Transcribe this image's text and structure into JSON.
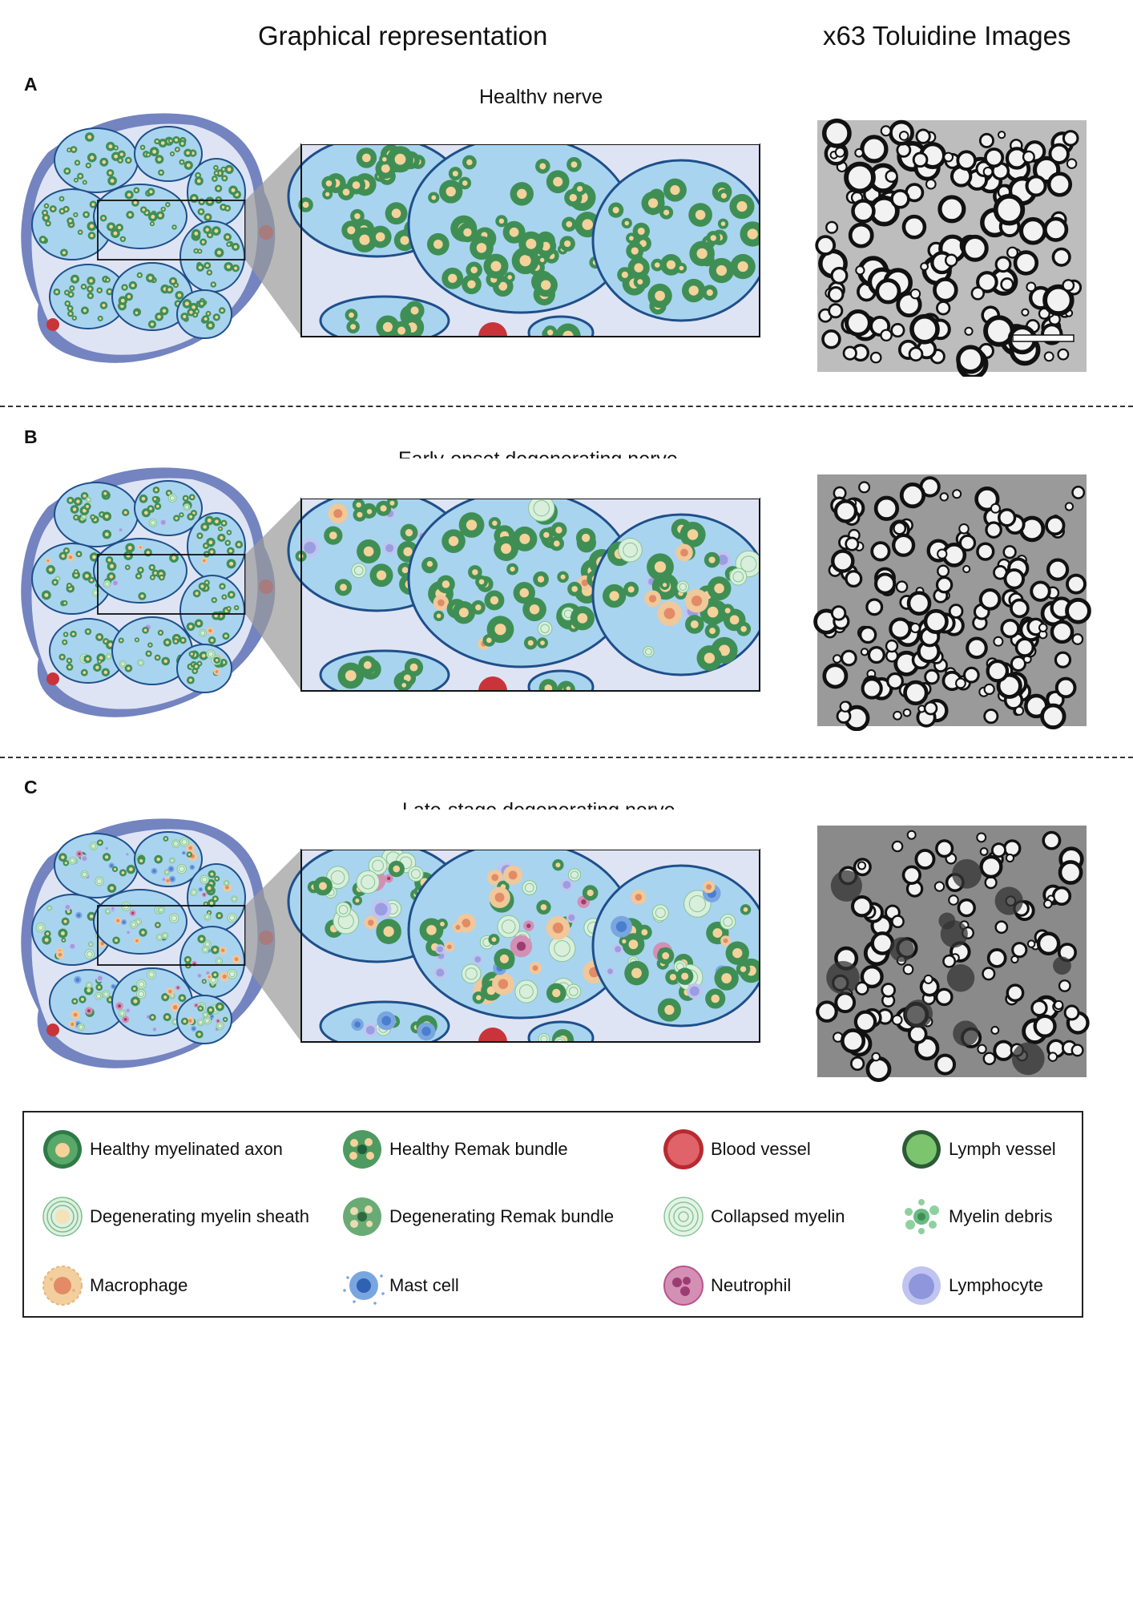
{
  "headers": {
    "left": "Graphical representation",
    "right": "x63 Toluidine Images"
  },
  "panels": [
    {
      "letter": "A",
      "title": "Healthy nerve",
      "stage": "healthy"
    },
    {
      "letter": "B",
      "title": "Early-onset degenerating nerve",
      "stage": "early"
    },
    {
      "letter": "C",
      "title": "Late-stage degenerating nerve",
      "stage": "late"
    }
  ],
  "legend": [
    {
      "label": "Healthy myelinated axon",
      "icon": "healthy-myelinated-axon-icon"
    },
    {
      "label": "Healthy Remak bundle",
      "icon": "healthy-remak-bundle-icon"
    },
    {
      "label": "Blood vessel",
      "icon": "blood-vessel-icon"
    },
    {
      "label": "Lymph vessel",
      "icon": "lymph-vessel-icon"
    },
    {
      "label": "Degenerating myelin sheath",
      "icon": "degenerating-myelin-sheath-icon"
    },
    {
      "label": "Degenerating Remak bundle",
      "icon": "degenerating-remak-bundle-icon"
    },
    {
      "label": "Collapsed myelin",
      "icon": "collapsed-myelin-icon"
    },
    {
      "label": "Myelin debris",
      "icon": "myelin-debris-icon"
    },
    {
      "label": "Macrophage",
      "icon": "macrophage-icon"
    },
    {
      "label": "Mast cell",
      "icon": "mast-cell-icon"
    },
    {
      "label": "Neutrophil",
      "icon": "neutrophil-icon"
    },
    {
      "label": "Lymphocyte",
      "icon": "lymphocyte-icon"
    }
  ],
  "colors": {
    "epineurium": "#5b6fb5",
    "endoneurium": "#a9d4ef",
    "perineurium_line": "#1e4f8a",
    "myelin": "#3f8f55",
    "axon": "#f4d29a",
    "blood_vessel": "#c8343a",
    "lymph_vessel": "#6fbf66",
    "macrophage": "#f0c89a",
    "mast_cell": "#4a7fcf",
    "neutrophil": "#b8548a",
    "lymphocyte": "#9a9ee0"
  }
}
